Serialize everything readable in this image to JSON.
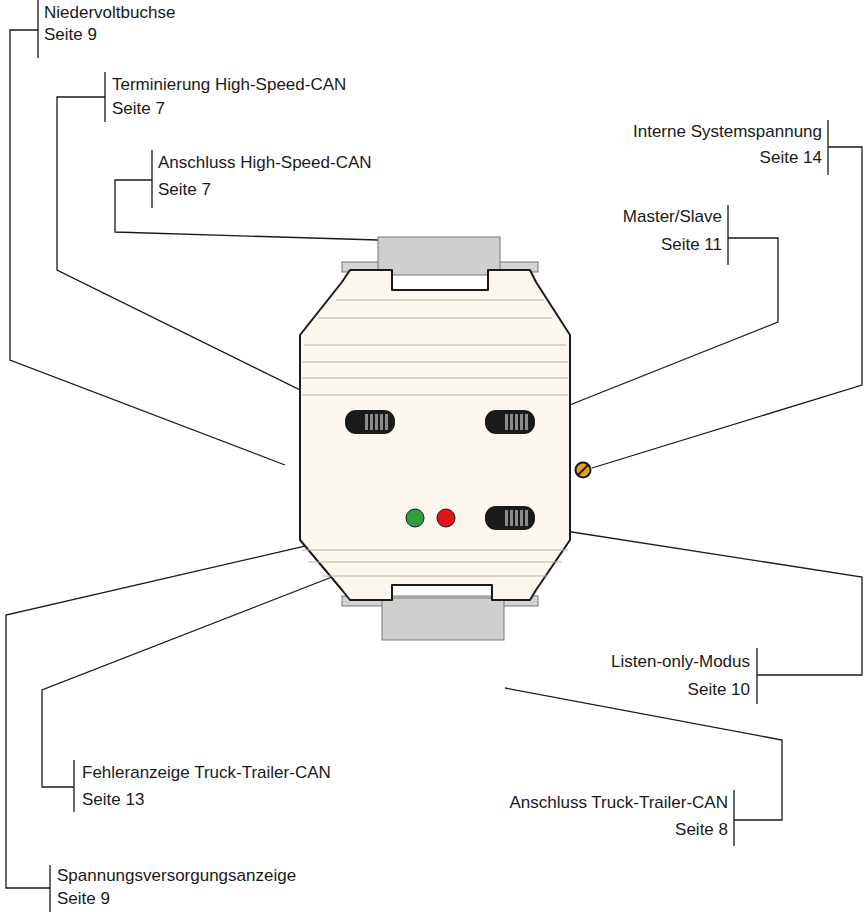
{
  "diagram": {
    "labels": [
      "Niedervoltbuchse",
      "Seite 9",
      "Terminierung High-Speed-CAN",
      "Seite 7",
      "Anschluss High-Speed-CAN",
      "Seite 7",
      "Interne Systemspannung",
      "Seite 14",
      "Master/Slave",
      "Seite 11",
      "Listen-only-Modus",
      "Seite 10",
      "Fehleranzeige Truck-Trailer-CAN",
      "Seite 13",
      "Anschluss Truck-Trailer-CAN",
      "Seite 8",
      "Spannungsversorgungsanzeige",
      "Seite 9"
    ]
  }
}
